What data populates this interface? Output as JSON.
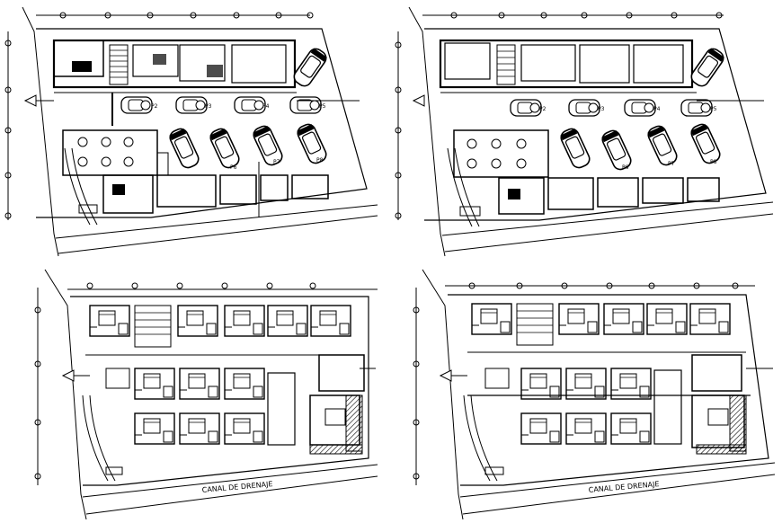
{
  "drawing": {
    "sheets": [
      {
        "id": "plan-1",
        "parking_numbers": [
          "P2",
          "P3",
          "P4",
          "P5",
          "P6",
          "P7",
          "P8"
        ]
      },
      {
        "id": "plan-2",
        "parking_numbers": [
          "P2",
          "P3",
          "P4",
          "P5",
          "P6",
          "P7",
          "P8"
        ]
      },
      {
        "id": "plan-3",
        "canal_label": "CANAL DE DRENAJE"
      },
      {
        "id": "plan-4",
        "canal_label": "CANAL DE DRENAJE"
      }
    ],
    "colors": {
      "ink": "#000000",
      "paper": "#ffffff"
    }
  }
}
